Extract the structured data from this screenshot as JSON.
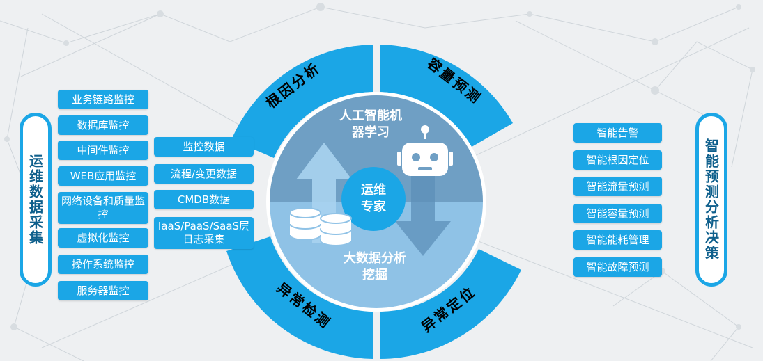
{
  "left_panel": {
    "title": "运维数据采集",
    "items": [
      "业务链路监控",
      "数据库监控",
      "中间件监控",
      "WEB应用监控",
      "网络设备和质量监控",
      "虚拟化监控",
      "操作系统监控",
      "服务器监控"
    ]
  },
  "data_types": [
    "监控数据",
    "流程/变更数据",
    "CMDB数据",
    "IaaS/PaaS/SaaS层日志采集"
  ],
  "arcs": {
    "top_left": "根因分析",
    "top_right": "容量预测",
    "bottom_left": "异常检测",
    "bottom_right": "异常定位"
  },
  "center": {
    "top_label": "人工智能机器学习",
    "core_label": "运维专家",
    "bottom_label": "大数据分析挖掘",
    "robot_icon": "robot-icon",
    "database_icon": "database-stack-icon"
  },
  "right_panel": {
    "title": "智能预测分析决策",
    "items": [
      "智能告警",
      "智能根因定位",
      "智能流量预测",
      "智能容量预测",
      "智能能耗管理",
      "智能故障预测"
    ]
  },
  "colors": {
    "accent": "#1ba6e6",
    "circle_top": "#6f9fc4",
    "circle_bottom": "#8fc2e6",
    "title_text": "#0e5f8c"
  }
}
